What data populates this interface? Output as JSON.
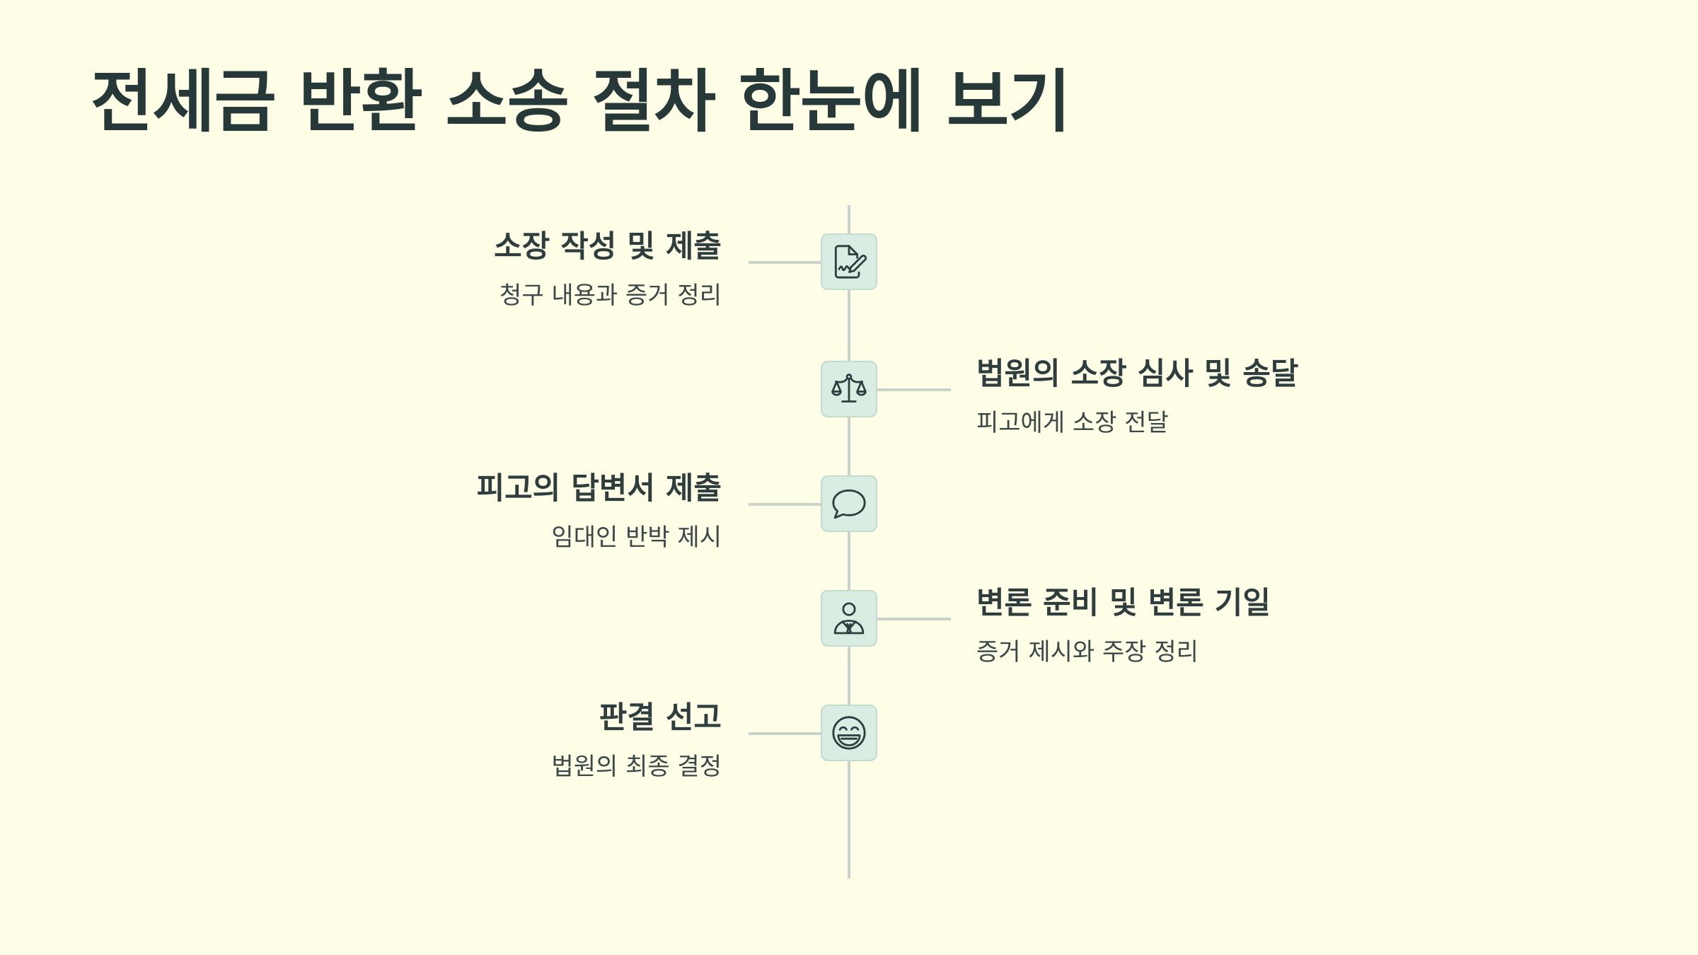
{
  "title": "전세금 반환 소송 절차 한눈에 보기",
  "accent_colors": {
    "background": "#fefde6",
    "text": "#263838",
    "line": "#c9d3ce",
    "icon_bg": "#d9ede3"
  },
  "steps": [
    {
      "title": "소장 작성 및 제출",
      "description": "청구 내용과 증거 정리",
      "side": "left",
      "icon": "document-sign-icon"
    },
    {
      "title": "법원의 소장 심사 및 송달",
      "description": "피고에게 소장 전달",
      "side": "right",
      "icon": "scales-icon"
    },
    {
      "title": "피고의 답변서 제출",
      "description": "임대인 반박 제시",
      "side": "left",
      "icon": "speech-bubble-icon"
    },
    {
      "title": "변론 준비 및 변론 기일",
      "description": "증거 제시와 주장 정리",
      "side": "right",
      "icon": "lawyer-person-icon"
    },
    {
      "title": "판결 선고",
      "description": "법원의 최종 결정",
      "side": "left",
      "icon": "laughing-face-icon"
    }
  ]
}
